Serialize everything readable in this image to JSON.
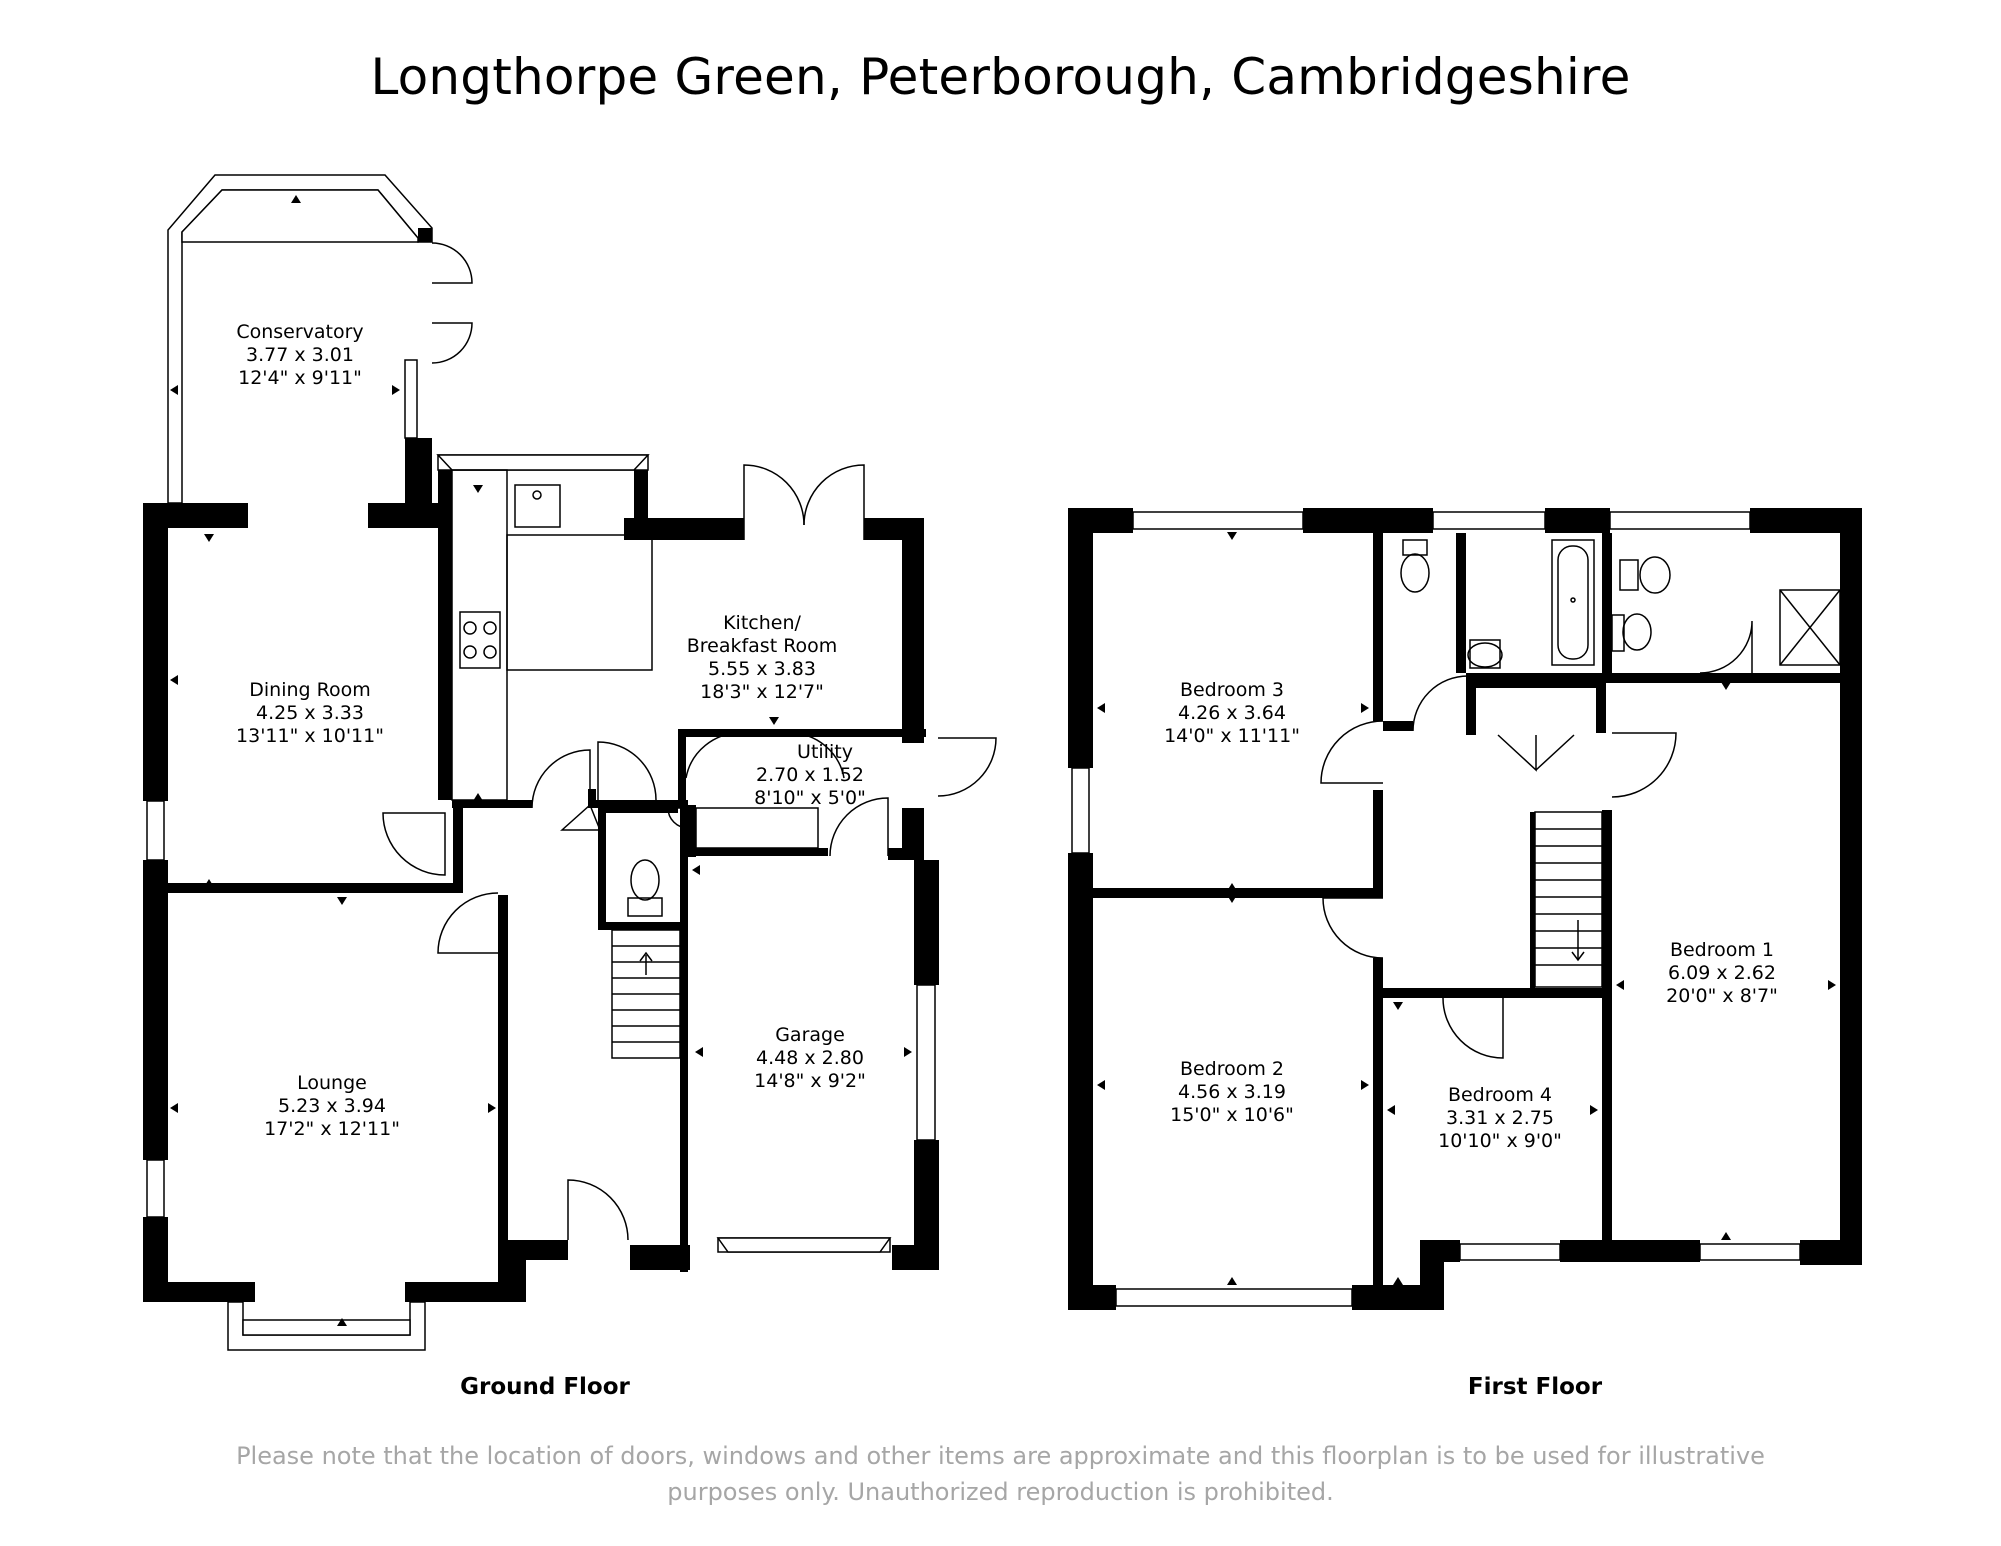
{
  "title": "Longthorpe Green, Peterborough, Cambridgeshire",
  "floors": [
    {
      "label": "Ground Floor",
      "rooms": [
        {
          "name": "Conservatory",
          "metric": "3.77 x 3.01",
          "imperial": "12'4\" x 9'11\""
        },
        {
          "name": "Dining Room",
          "metric": "4.25 x 3.33",
          "imperial": "13'11\" x 10'11\""
        },
        {
          "name": "Kitchen/",
          "name2": "Breakfast Room",
          "metric": "5.55 x 3.83",
          "imperial": "18'3\" x 12'7\""
        },
        {
          "name": "Utility",
          "metric": "2.70 x 1.52",
          "imperial": "8'10\" x 5'0\""
        },
        {
          "name": "Lounge",
          "metric": "5.23 x 3.94",
          "imperial": "17'2\" x 12'11\""
        },
        {
          "name": "Garage",
          "metric": "4.48 x 2.80",
          "imperial": "14'8\" x 9'2\""
        }
      ]
    },
    {
      "label": "First Floor",
      "rooms": [
        {
          "name": "Bedroom 3",
          "metric": "4.26 x 3.64",
          "imperial": "14'0\" x 11'11\""
        },
        {
          "name": "Bedroom 2",
          "metric": "4.56 x 3.19",
          "imperial": "15'0\" x 10'6\""
        },
        {
          "name": "Bedroom 4",
          "metric": "3.31 x 2.75",
          "imperial": "10'10\" x 9'0\""
        },
        {
          "name": "Bedroom 1",
          "metric": "6.09 x 2.62",
          "imperial": "20'0\" x 8'7\""
        }
      ]
    }
  ],
  "disclaimer_line1": "Please note that the location of doors, windows and other items are approximate and this floorplan is to be used for illustrative",
  "disclaimer_line2": "purposes only. Unauthorized reproduction is prohibited."
}
